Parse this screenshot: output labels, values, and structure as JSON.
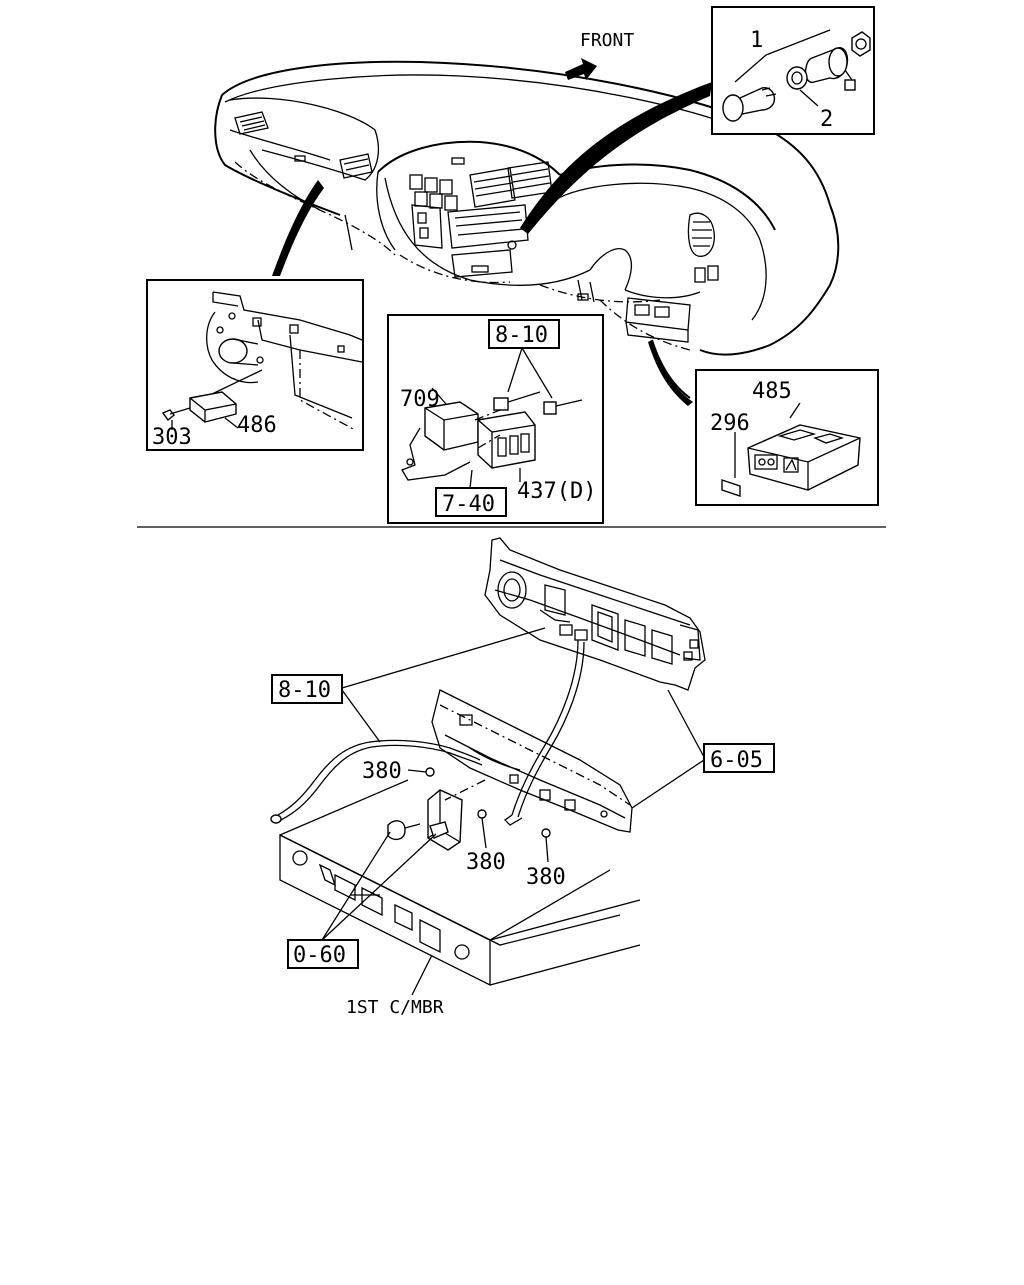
{
  "labels": {
    "front": "FRONT",
    "p1": "1",
    "p2": "2",
    "p303": "303",
    "p486": "486",
    "p709": "709",
    "ref_8_10_top": "8-10",
    "ref_7_40": "7-40",
    "p437d": "437(D)",
    "p485": "485",
    "p296": "296",
    "ref_8_10_bottom": "8-10",
    "ref_6_05": "6-05",
    "p380_a": "380",
    "p380_b": "380",
    "p380_c": "380",
    "ref_0_60": "0-60",
    "first_cmbr": "1ST C/MBR"
  }
}
